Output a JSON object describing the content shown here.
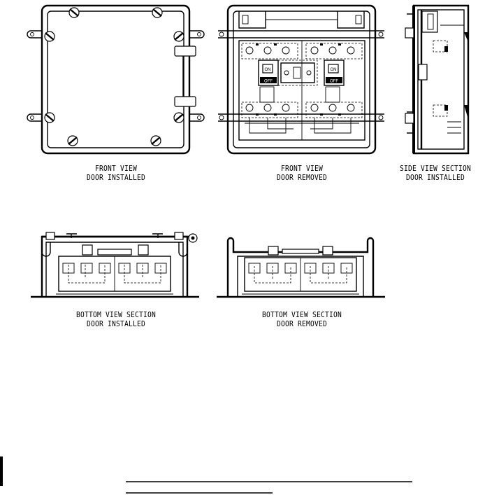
{
  "views": {
    "front_installed": {
      "line1": "FRONT VIEW",
      "line2": "DOOR INSTALLED"
    },
    "front_removed": {
      "line1": "FRONT VIEW",
      "line2": "DOOR REMOVED"
    },
    "side_section": {
      "line1": "SIDE VIEW SECTION",
      "line2": "DOOR INSTALLED"
    },
    "bottom_installed": {
      "line1": "BOTTOM VIEW SECTION",
      "line2": "DOOR INSTALLED"
    },
    "bottom_removed": {
      "line1": "BOTTOM VIEW SECTION",
      "line2": "DOOR REMOVED"
    }
  },
  "switches": {
    "left": {
      "top_label": "ON",
      "bottom_label": "OFF"
    },
    "right": {
      "top_label": "ON",
      "bottom_label": "OFF"
    }
  }
}
